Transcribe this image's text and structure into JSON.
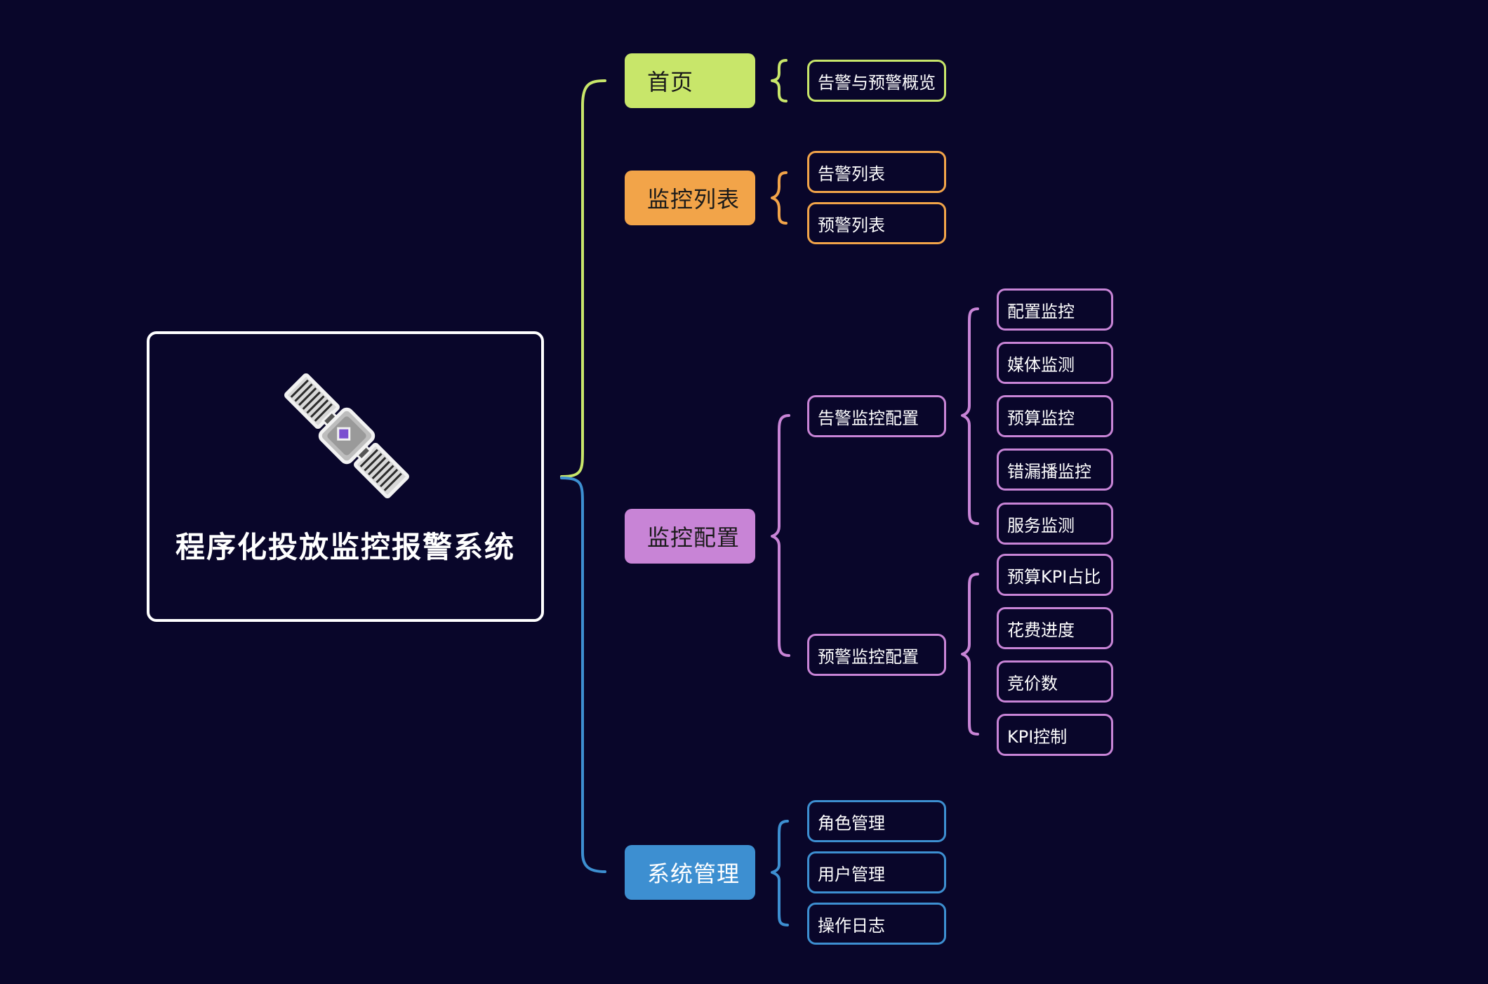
{
  "root": {
    "title": "程序化投放监控报警系统",
    "icon": "satellite-icon"
  },
  "colors": {
    "background": "#09062a",
    "home": "#c8e66a",
    "monitor_list": "#f2a449",
    "monitor_config": "#c884d6",
    "system": "#3d8fd1"
  },
  "branches": {
    "home": {
      "label": "首页",
      "items": {
        "overview": "告警与预警概览"
      }
    },
    "monitor_list": {
      "label": "监控列表",
      "items": {
        "alert_list": "告警列表",
        "warn_list": "预警列表"
      }
    },
    "monitor_config": {
      "label": "监控配置",
      "alert_config": {
        "label": "告警监控配置",
        "items": {
          "config_monitor": "配置监控",
          "media_monitor": "媒体监测",
          "budget_monitor": "预算监控",
          "missed_monitor": "错漏播监控",
          "service_monitor": "服务监测"
        }
      },
      "warn_config": {
        "label": "预警监控配置",
        "items": {
          "budget_kpi": "预算KPI占比",
          "spend_progress": "花费进度",
          "bid_count": "竞价数",
          "kpi_control": "KPI控制"
        }
      }
    },
    "system": {
      "label": "系统管理",
      "items": {
        "role_mgmt": "角色管理",
        "user_mgmt": "用户管理",
        "op_log": "操作日志"
      }
    }
  }
}
